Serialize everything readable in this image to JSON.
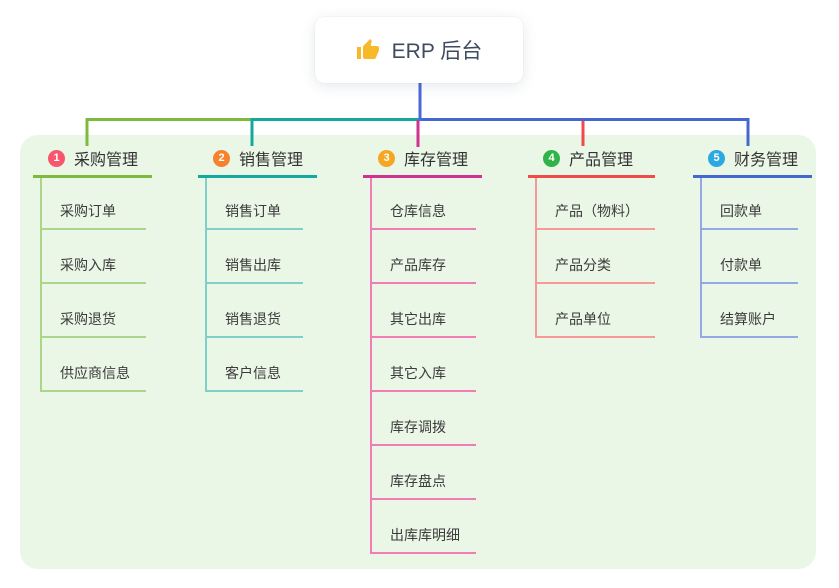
{
  "root": {
    "label": "ERP 后台",
    "icon": "thumbs-up"
  },
  "canvas": {
    "background": "#FFFFFF",
    "panel_background": "#EAF6E6",
    "root_connector_color": "#4A68D8"
  },
  "branches": [
    {
      "number": "1",
      "title": "采购管理",
      "colors": {
        "badge": "#F8566C",
        "main": "#7CBB3E",
        "light": "#ABD58B"
      },
      "items": [
        "采购订单",
        "采购入库",
        "采购退货",
        "供应商信息"
      ]
    },
    {
      "number": "2",
      "title": "销售管理",
      "colors": {
        "badge": "#F5822D",
        "main": "#14A89E",
        "light": "#7FD0C9"
      },
      "items": [
        "销售订单",
        "销售出库",
        "销售退货",
        "客户信息"
      ]
    },
    {
      "number": "3",
      "title": "库存管理",
      "colors": {
        "badge": "#F5A623",
        "main": "#CE3390",
        "light": "#F07EB5"
      },
      "items": [
        "仓库信息",
        "产品库存",
        "其它出库",
        "其它入库",
        "库存调拨",
        "库存盘点",
        "出库库明细"
      ]
    },
    {
      "number": "4",
      "title": "产品管理",
      "colors": {
        "badge": "#30B44A",
        "main": "#F04B4B",
        "light": "#F59898"
      },
      "items": [
        "产品（物料）",
        "产品分类",
        "产品单位"
      ]
    },
    {
      "number": "5",
      "title": "财务管理",
      "colors": {
        "badge": "#2BA9E0",
        "main": "#4468D0",
        "light": "#93A9E3"
      },
      "items": [
        "回款单",
        "付款单",
        "结算账户"
      ]
    }
  ]
}
